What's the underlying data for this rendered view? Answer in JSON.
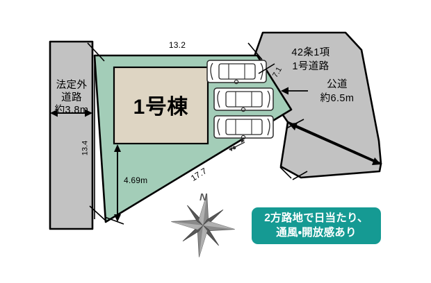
{
  "figure": {
    "type": "property-plot-plan",
    "background_color": "#ffffff"
  },
  "colors": {
    "lot_fill": "#a3cdb8",
    "building_fill": "#ded5c3",
    "road_fill": "#c2c2c2",
    "outline": "#000000",
    "badge_teal": "#159a93",
    "compass_gray": "#6e6e6e"
  },
  "building": {
    "label": "1号棟"
  },
  "roads": {
    "west": {
      "name_line1": "法定外",
      "name_line2": "道路",
      "width_label": "約3.8m"
    },
    "northeast": {
      "name_line1": "42条1項",
      "name_line2": "1号道路"
    },
    "east": {
      "name": "公道",
      "width_label": "約6.5m"
    }
  },
  "dimensions": {
    "north_frontage": "13.2",
    "west_side": "13.4",
    "setback_south": "4.69m",
    "southeast_diagonal": "17.7",
    "northeast_side": "7.1"
  },
  "parking": {
    "stall_count": 3,
    "stalls": [
      {
        "id": "parking-stall-1"
      },
      {
        "id": "parking-stall-2"
      },
      {
        "id": "parking-stall-3"
      }
    ]
  },
  "compass": {
    "north_label": "N"
  },
  "feature_badge": {
    "text": "2方路地で日当たり、\n通風・開放感あり"
  }
}
